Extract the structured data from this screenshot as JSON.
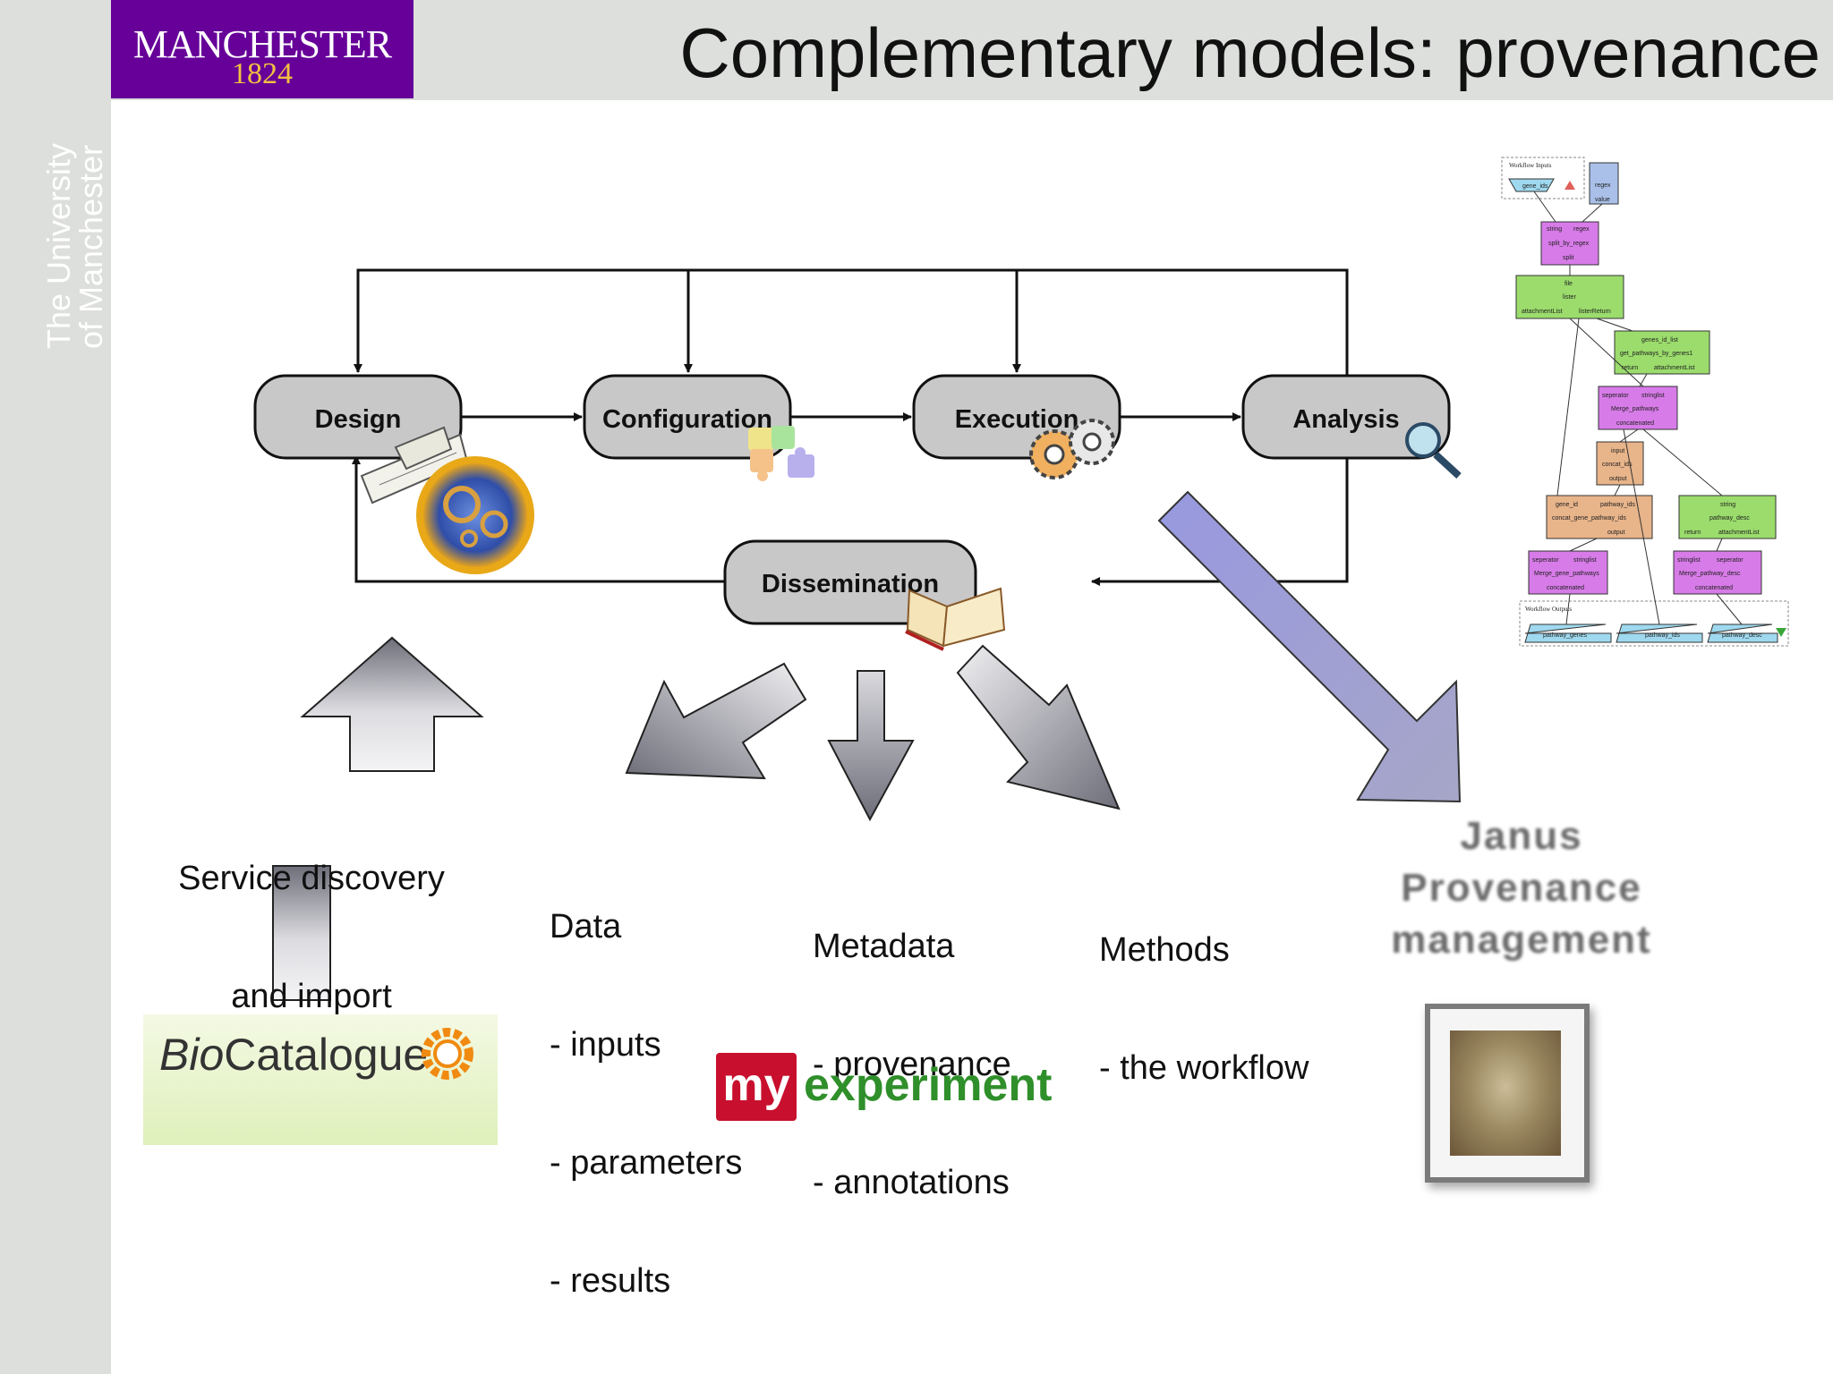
{
  "header": {
    "title": "Complementary models: provenance",
    "logo_name": "MANCHESTER",
    "logo_year": "1824",
    "brand_color": "#660099"
  },
  "sidebar": {
    "text_line1": "The University",
    "text_line2": "of Manchester"
  },
  "cycle": {
    "stages": [
      "Design",
      "Configuration",
      "Execution",
      "Analysis"
    ],
    "dissemination": "Dissemination",
    "stage_icons": [
      "caliper-gear-icon",
      "puzzle-icon",
      "gears-icon",
      "magnifier-icon",
      "book-icon"
    ]
  },
  "service": {
    "line1": "Service discovery",
    "line2": "and import"
  },
  "outputs": {
    "data": {
      "title": "Data",
      "items": [
        "- inputs",
        "- parameters",
        "- results"
      ]
    },
    "metadata": {
      "title": "Metadata",
      "items": [
        "- provenance",
        "- annotations"
      ]
    },
    "methods": {
      "title": "Methods",
      "items": [
        "- the workflow"
      ]
    }
  },
  "logos": {
    "biocatalogue_bio": "Bio",
    "biocatalogue_rest": "Catalogue",
    "myexperiment_my": "my",
    "myexperiment_rest": "experiment"
  },
  "janus": {
    "line1": "Janus",
    "line2": "Provenance",
    "line3": "management"
  },
  "workflow": {
    "inputs_label": "Workflow Inputs",
    "outputs_label": "Workflow Outputs",
    "input_port": "gene_ids",
    "regex_node": [
      "regex",
      "value"
    ],
    "split_node": [
      "string",
      "regex",
      "split_by_regex",
      "split"
    ],
    "lister_node": [
      "file",
      "lister",
      "attachmentList",
      "listerReturn"
    ],
    "genes_node": [
      "genes_id_list",
      "get_pathways_by_genes1",
      "return",
      "attachmentList"
    ],
    "merge_pathways_node": [
      "seperator",
      "stringlist",
      "Merge_pathways",
      "concatenated"
    ],
    "concat_ids_node": [
      "input",
      "concat_ids",
      "output"
    ],
    "concat_gene_node": [
      "gene_id",
      "pathway_ids",
      "concat_gene_pathway_ids",
      "output"
    ],
    "pathway_desc_node": [
      "string",
      "pathway_desc",
      "return",
      "attachmentList"
    ],
    "merge_genes_node": [
      "seperator",
      "stringlist",
      "Merge_gene_pathways",
      "concatenated"
    ],
    "merge_desc_node": [
      "stringlist",
      "seperator",
      "Merge_pathway_desc",
      "concatenated"
    ],
    "outputs": [
      "pathway_genes",
      "pathway_ids",
      "pathway_desc"
    ]
  },
  "colors": {
    "stage_fill": "#c8c8c8",
    "arrow_purple": "#a8a8dc",
    "arrow_gray": "#8e8e98",
    "wf_purple": "#d77be8",
    "wf_green": "#9bdc6c",
    "wf_orange": "#e8b48a",
    "wf_blue": "#9fd9ef"
  }
}
